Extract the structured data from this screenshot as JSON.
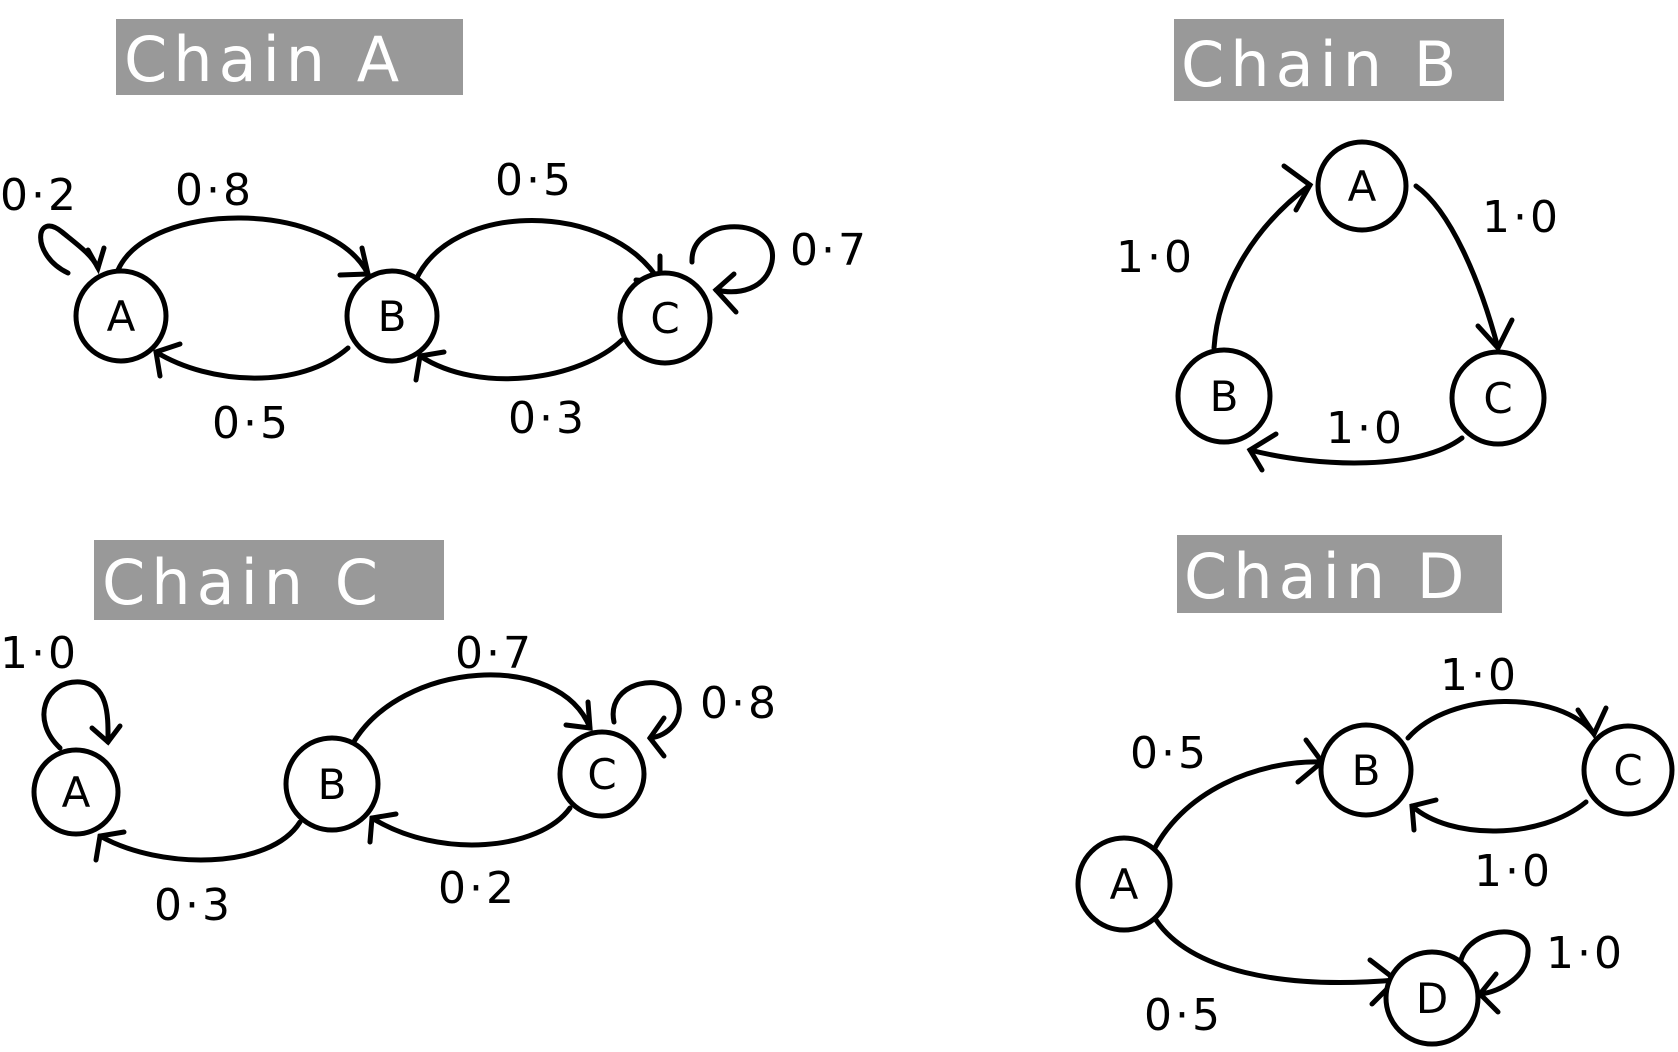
{
  "colors": {
    "title_bg": "#999999",
    "title_text": "#ffffff",
    "ink": "#000000"
  },
  "chains": [
    {
      "title": "Chain A",
      "nodes": [
        {
          "id": "A",
          "label": "A"
        },
        {
          "id": "B",
          "label": "B"
        },
        {
          "id": "C",
          "label": "C"
        }
      ],
      "edges": [
        {
          "from": "A",
          "to": "A",
          "label": "0·2"
        },
        {
          "from": "A",
          "to": "B",
          "label": "0·8"
        },
        {
          "from": "B",
          "to": "C",
          "label": "0·5"
        },
        {
          "from": "C",
          "to": "C",
          "label": "0·7"
        },
        {
          "from": "B",
          "to": "A",
          "label": "0·5"
        },
        {
          "from": "C",
          "to": "B",
          "label": "0·3"
        }
      ]
    },
    {
      "title": "Chain B",
      "nodes": [
        {
          "id": "A",
          "label": "A"
        },
        {
          "id": "B",
          "label": "B"
        },
        {
          "id": "C",
          "label": "C"
        }
      ],
      "edges": [
        {
          "from": "B",
          "to": "A",
          "label": "1·0"
        },
        {
          "from": "A",
          "to": "C",
          "label": "1·0"
        },
        {
          "from": "C",
          "to": "B",
          "label": "1·0"
        }
      ]
    },
    {
      "title": "Chain C",
      "nodes": [
        {
          "id": "A",
          "label": "A"
        },
        {
          "id": "B",
          "label": "B"
        },
        {
          "id": "C",
          "label": "C"
        }
      ],
      "edges": [
        {
          "from": "A",
          "to": "A",
          "label": "1·0"
        },
        {
          "from": "B",
          "to": "C",
          "label": "0·7"
        },
        {
          "from": "C",
          "to": "C",
          "label": "0·8"
        },
        {
          "from": "B",
          "to": "A",
          "label": "0·3"
        },
        {
          "from": "C",
          "to": "B",
          "label": "0·2"
        }
      ]
    },
    {
      "title": "Chain D",
      "nodes": [
        {
          "id": "A",
          "label": "A"
        },
        {
          "id": "B",
          "label": "B"
        },
        {
          "id": "C",
          "label": "C"
        },
        {
          "id": "D",
          "label": "D"
        }
      ],
      "edges": [
        {
          "from": "A",
          "to": "B",
          "label": "0·5"
        },
        {
          "from": "B",
          "to": "C",
          "label": "1·0"
        },
        {
          "from": "C",
          "to": "B",
          "label": "1·0"
        },
        {
          "from": "A",
          "to": "D",
          "label": "0·5"
        },
        {
          "from": "D",
          "to": "D",
          "label": "1·0"
        }
      ]
    }
  ]
}
